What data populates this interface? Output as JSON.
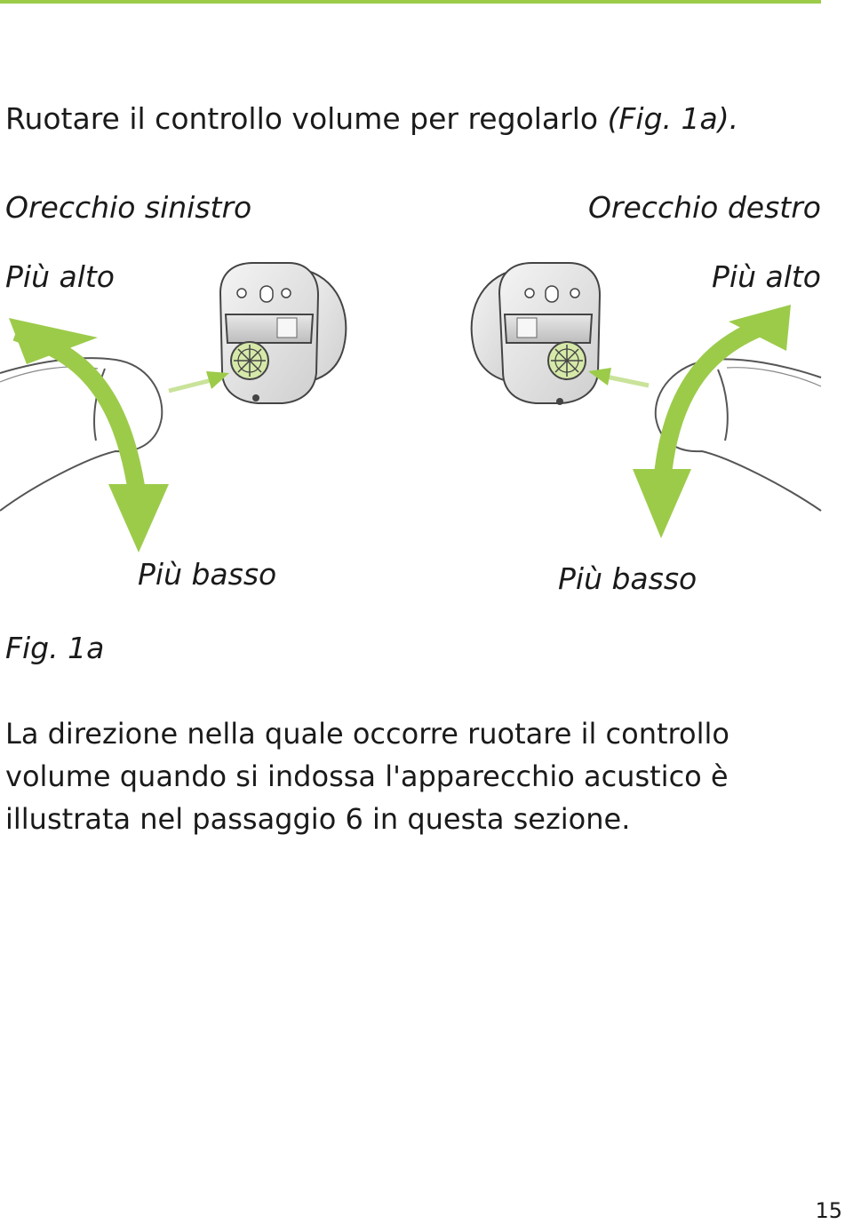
{
  "header": {
    "intro_text": "Ruotare il controllo volume per regolarlo ",
    "intro_ref": "(Fig. 1a)."
  },
  "figure": {
    "left_ear_label": "Orecchio sinistro",
    "right_ear_label": "Orecchio destro",
    "left_up_label": "Più alto",
    "right_up_label": "Più alto",
    "left_down_label": "Più basso",
    "right_down_label": "Più basso",
    "caption": "Fig. 1a",
    "accent_color": "#9ccb4a"
  },
  "body": {
    "lines": [
      "La direzione nella quale occorre ruotare il controllo",
      "volume quando si indossa l'apparecchio acustico è",
      "illustrata nel passaggio 6 in questa sezione."
    ]
  },
  "footer": {
    "page_number": "15"
  }
}
